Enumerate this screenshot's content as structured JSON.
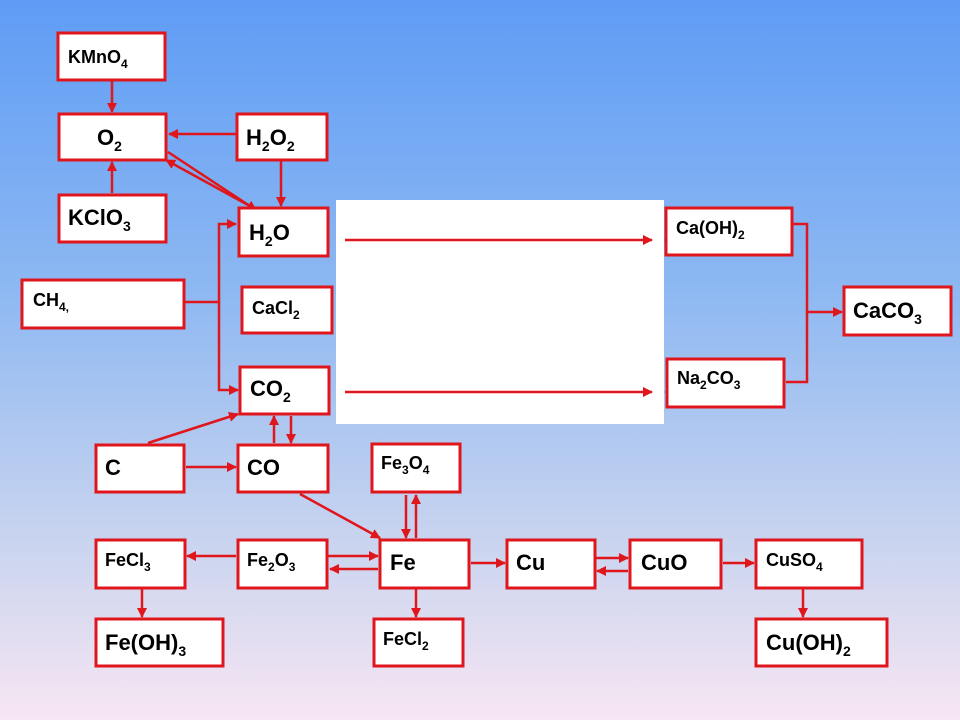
{
  "colors": {
    "stroke": "#e0161d",
    "box_fill": "#ffffff",
    "text": "#000000"
  },
  "nodes": {
    "kmno4": {
      "label": "KMnO",
      "sub": "4"
    },
    "o2": {
      "label": "O",
      "sub": "2"
    },
    "h2o2": {
      "label": "H",
      "sub": "2",
      "label2": "O",
      "sub2": "2"
    },
    "kclo3": {
      "label": "KClO",
      "sub": "3"
    },
    "h2o": {
      "label": "H",
      "sub": "2",
      "label2": "O"
    },
    "ch4": {
      "label": "CH",
      "sub": "4,"
    },
    "cacl2": {
      "label": "CaCl",
      "sub": "2"
    },
    "co2": {
      "label": "CO",
      "sub": "2"
    },
    "caoh2": {
      "label": "Ca(OH)",
      "sub": "2"
    },
    "caco3": {
      "label": "CaCO",
      "sub": "3"
    },
    "na2co3": {
      "label": "Na",
      "sub": "2",
      "label2": "CO",
      "sub2": "3"
    },
    "c": {
      "label": "C"
    },
    "co": {
      "label": "CO"
    },
    "fe3o4": {
      "label": "Fe",
      "sub": "3",
      "label2": "O",
      "sub2": "4"
    },
    "fecl3": {
      "label": "FeCl",
      "sub": "3"
    },
    "fe2o3": {
      "label": "Fe",
      "sub": "2",
      "label2": "O",
      "sub2": "3"
    },
    "fe": {
      "label": "Fe"
    },
    "cu": {
      "label": "Cu"
    },
    "cuo": {
      "label": "CuO"
    },
    "cuso4": {
      "label": "CuSO",
      "sub": "4"
    },
    "feoh3": {
      "label": "Fe(OH)",
      "sub": "3"
    },
    "fecl2": {
      "label": "FeCl",
      "sub": "2"
    },
    "cuoh2": {
      "label": "Cu(OH)",
      "sub": "2"
    }
  }
}
